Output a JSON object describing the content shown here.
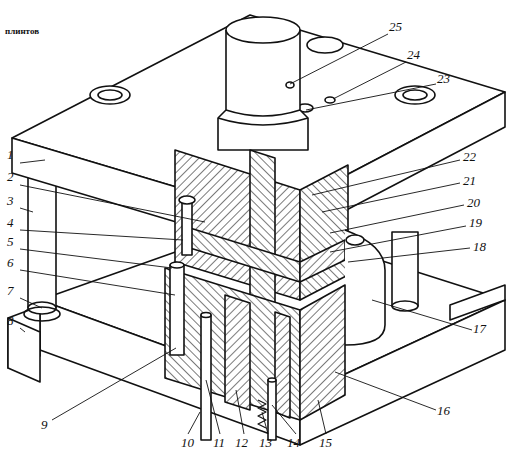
{
  "diagram": {
    "labels": [
      "плинтов",
      "1",
      "2",
      "3",
      "4",
      "5",
      "6",
      "7",
      "8",
      "9",
      "10",
      "11",
      "12",
      "13",
      "14",
      "15",
      "16",
      "17",
      "18",
      "19",
      "20",
      "21",
      "22",
      "23",
      "24",
      "25"
    ]
  }
}
